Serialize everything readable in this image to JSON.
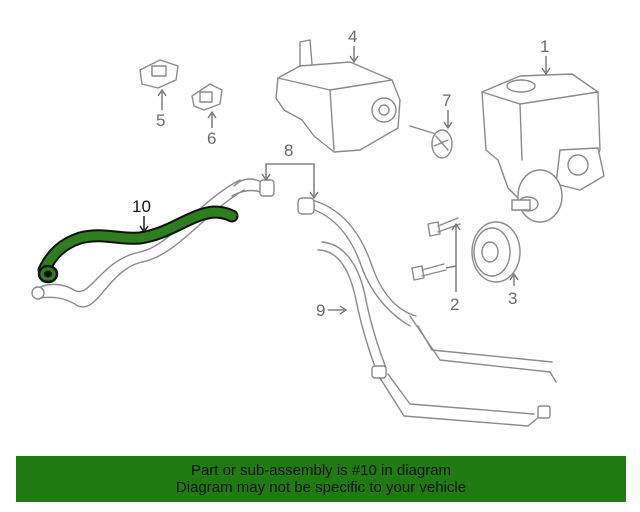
{
  "callouts": {
    "c1": "1",
    "c2": "2",
    "c3": "3",
    "c4": "4",
    "c5": "5",
    "c6": "6",
    "c7": "7",
    "c8": "8",
    "c9": "9",
    "c10": "10"
  },
  "highlight_color": "#2e7d1f",
  "banner": {
    "line1": "Part or sub-assembly is #10 in diagram",
    "line2": "Diagram may not be specific to your vehicle",
    "background": "#1f7a12"
  }
}
